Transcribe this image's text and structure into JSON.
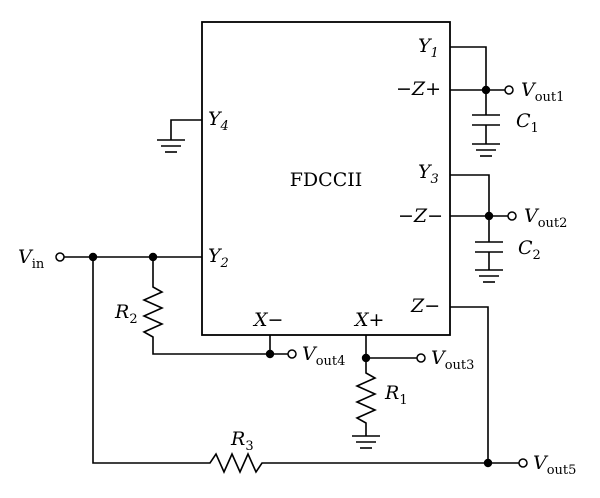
{
  "block": {
    "label": "FDCCII"
  },
  "ports": {
    "y1": {
      "main": "Y",
      "sub": "1"
    },
    "y2": {
      "main": "Y",
      "sub": "2"
    },
    "y3": {
      "main": "Y",
      "sub": "3"
    },
    "y4": {
      "main": "Y",
      "sub": "4"
    },
    "z_pair_1": "−Z+",
    "z_pair_2": "−Z−",
    "z_minus": "Z−",
    "x_minus": "X−",
    "x_plus": "X+"
  },
  "components": {
    "r1": {
      "main": "R",
      "sub": "1"
    },
    "r2": {
      "main": "R",
      "sub": "2"
    },
    "r3": {
      "main": "R",
      "sub": "3"
    },
    "c1": {
      "main": "C",
      "sub": "1"
    },
    "c2": {
      "main": "C",
      "sub": "2"
    }
  },
  "terminals": {
    "vin": {
      "main": "V",
      "sub": "in"
    },
    "vout1": {
      "main": "V",
      "sub": "out1"
    },
    "vout2": {
      "main": "V",
      "sub": "out2"
    },
    "vout3": {
      "main": "V",
      "sub": "out3"
    },
    "vout4": {
      "main": "V",
      "sub": "out4"
    },
    "vout5": {
      "main": "V",
      "sub": "out5"
    }
  }
}
